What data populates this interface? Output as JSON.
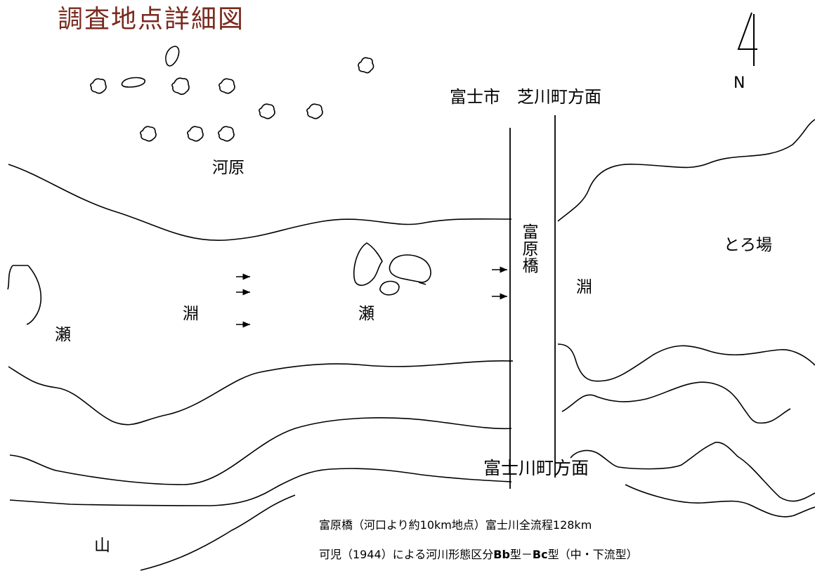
{
  "title": "調査地点詳細図",
  "north_label": "N",
  "labels": {
    "kawara": "河原",
    "fuji_shibakawa": "富士市　芝川町方面",
    "bridge": "富原橋",
    "toroba": "とろ場",
    "fuchi_left": "淵",
    "fuchi_right": "淵",
    "se_left": "瀬",
    "se_center": "瀬",
    "fuji_kawacho": "富士川町方面",
    "yama": "山"
  },
  "notes": {
    "line1": "富原橋（河口より約10km地点）富士川全流程128km",
    "line2_pre": "可児（1944）による河川形態区分",
    "line2_b1": "Bb",
    "line2_mid": "型－",
    "line2_b2": "Bc",
    "line2_post": "型（中・下流型）"
  },
  "colors": {
    "title": "#7a2a1e",
    "line": "#000000"
  }
}
